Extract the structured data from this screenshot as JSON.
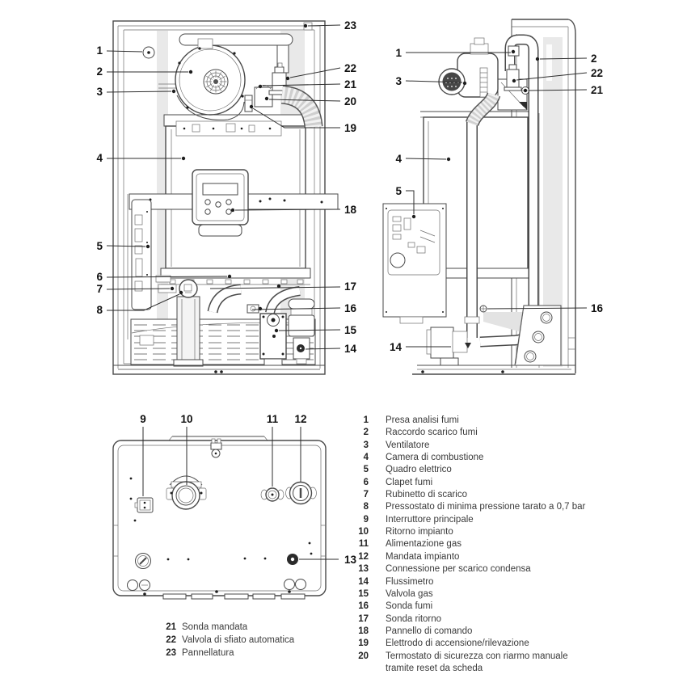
{
  "document": {
    "type": "boiler exploded parts diagram",
    "language": "it"
  },
  "palette": {
    "line_color": "#4a4a4a",
    "text_color": "#3a3a3a",
    "number_color": "#1c1c1c",
    "shade_color": "#e9e9e9"
  },
  "callouts": {
    "front_left": [
      "1",
      "2",
      "3",
      "4",
      "5",
      "6",
      "7",
      "8"
    ],
    "front_right": [
      "23",
      "22",
      "21",
      "20",
      "19",
      "18",
      "17",
      "16",
      "15",
      "14"
    ],
    "side_left": [
      "1",
      "3",
      "4",
      "5",
      "14"
    ],
    "side_right": [
      "2",
      "22",
      "21",
      "16"
    ],
    "bottom": [
      "9",
      "10",
      "11",
      "12",
      "13"
    ]
  },
  "legend_right": {
    "items": [
      {
        "n": "1",
        "label": "Presa analisi fumi"
      },
      {
        "n": "2",
        "label": "Raccordo scarico fumi"
      },
      {
        "n": "3",
        "label": "Ventilatore"
      },
      {
        "n": "4",
        "label": "Camera di combustione"
      },
      {
        "n": "5",
        "label": "Quadro elettrico"
      },
      {
        "n": "6",
        "label": "Clapet fumi"
      },
      {
        "n": "7",
        "label": "Rubinetto di scarico"
      },
      {
        "n": "8",
        "label": "Pressostato di minima pressione tarato a 0,7 bar"
      },
      {
        "n": "9",
        "label": "Interruttore principale"
      },
      {
        "n": "10",
        "label": "Ritorno impianto"
      },
      {
        "n": "11",
        "label": "Alimentazione gas"
      },
      {
        "n": "12",
        "label": "Mandata impianto"
      },
      {
        "n": "13",
        "label": "Connessione per scarico condensa"
      },
      {
        "n": "14",
        "label": "Flussimetro"
      },
      {
        "n": "15",
        "label": "Valvola gas"
      },
      {
        "n": "16",
        "label": "Sonda fumi"
      },
      {
        "n": "17",
        "label": "Sonda ritorno"
      },
      {
        "n": "18",
        "label": "Pannello di comando"
      },
      {
        "n": "19",
        "label": "Elettrodo di accensione/rilevazione"
      },
      {
        "n": "20",
        "label": "Termostato di sicurezza con riarmo manuale",
        "label2": "tramite reset da scheda"
      }
    ]
  },
  "legend_bottom": {
    "items": [
      {
        "n": "21",
        "label": "Sonda mandata"
      },
      {
        "n": "22",
        "label": "Valvola di sfiato automatica"
      },
      {
        "n": "23",
        "label": "Pannellatura"
      }
    ]
  }
}
